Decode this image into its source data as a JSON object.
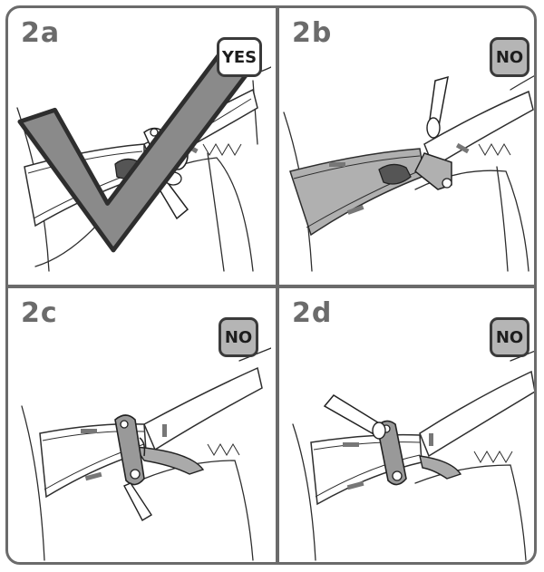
{
  "panels": [
    {
      "label": "2a",
      "badge": "YES"
    },
    {
      "label": "2b",
      "badge": "NO"
    },
    {
      "label": "2c",
      "badge": "NO"
    },
    {
      "label": "2d",
      "badge": "NO"
    }
  ],
  "colors": {
    "border": "#6b6b6b",
    "badge_fill": "#b5b5b5",
    "strap_highlight": "#b0b0b0"
  },
  "icons": [
    "check-mark-icon"
  ]
}
